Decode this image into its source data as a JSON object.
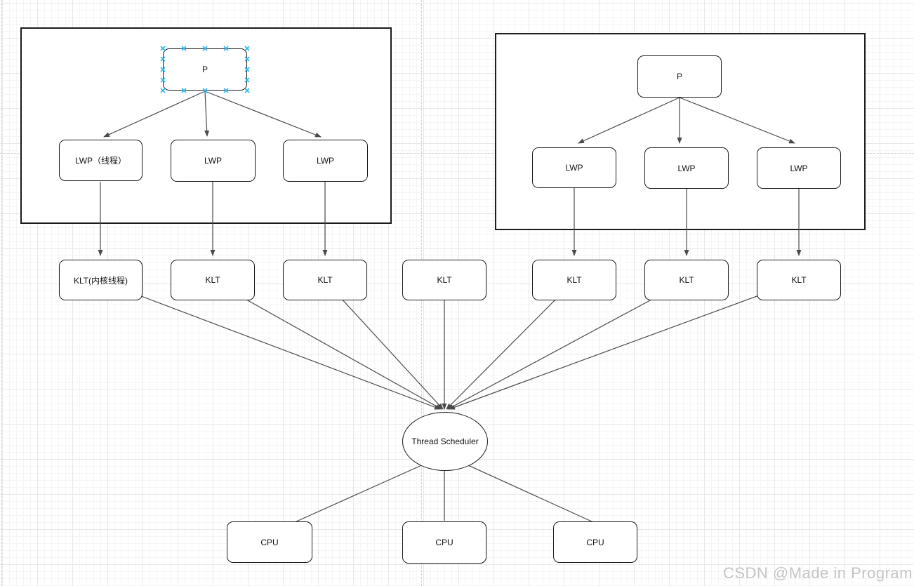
{
  "colors": {
    "edge": "#4a4a4a",
    "node_border": "#1c1c1c",
    "node_fill": "#ffffff",
    "selection_handle": "#29b6f2",
    "page_guide": "#cfcfcf",
    "watermark": "#c4c4c4",
    "grid_minor": "#f5f5f5",
    "grid_major": "#e8e8e8"
  },
  "nodes": {
    "p_left": {
      "label": "P"
    },
    "p_right": {
      "label": "P"
    },
    "lwp1": {
      "label": "LWP（线程）"
    },
    "lwp2": {
      "label": "LWP"
    },
    "lwp3": {
      "label": "LWP"
    },
    "lwp4": {
      "label": "LWP"
    },
    "lwp5": {
      "label": "LWP"
    },
    "lwp6": {
      "label": "LWP"
    },
    "klt1": {
      "label": "KLT(内核线程)"
    },
    "klt2": {
      "label": "KLT"
    },
    "klt3": {
      "label": "KLT"
    },
    "klt4": {
      "label": "KLT"
    },
    "klt5": {
      "label": "KLT"
    },
    "klt6": {
      "label": "KLT"
    },
    "klt7": {
      "label": "KLT"
    },
    "scheduler": {
      "label": "Thread Scheduler"
    },
    "cpu1": {
      "label": "CPU"
    },
    "cpu2": {
      "label": "CPU"
    },
    "cpu3": {
      "label": "CPU"
    }
  },
  "watermark": {
    "text": "CSDN @Made in Program"
  }
}
